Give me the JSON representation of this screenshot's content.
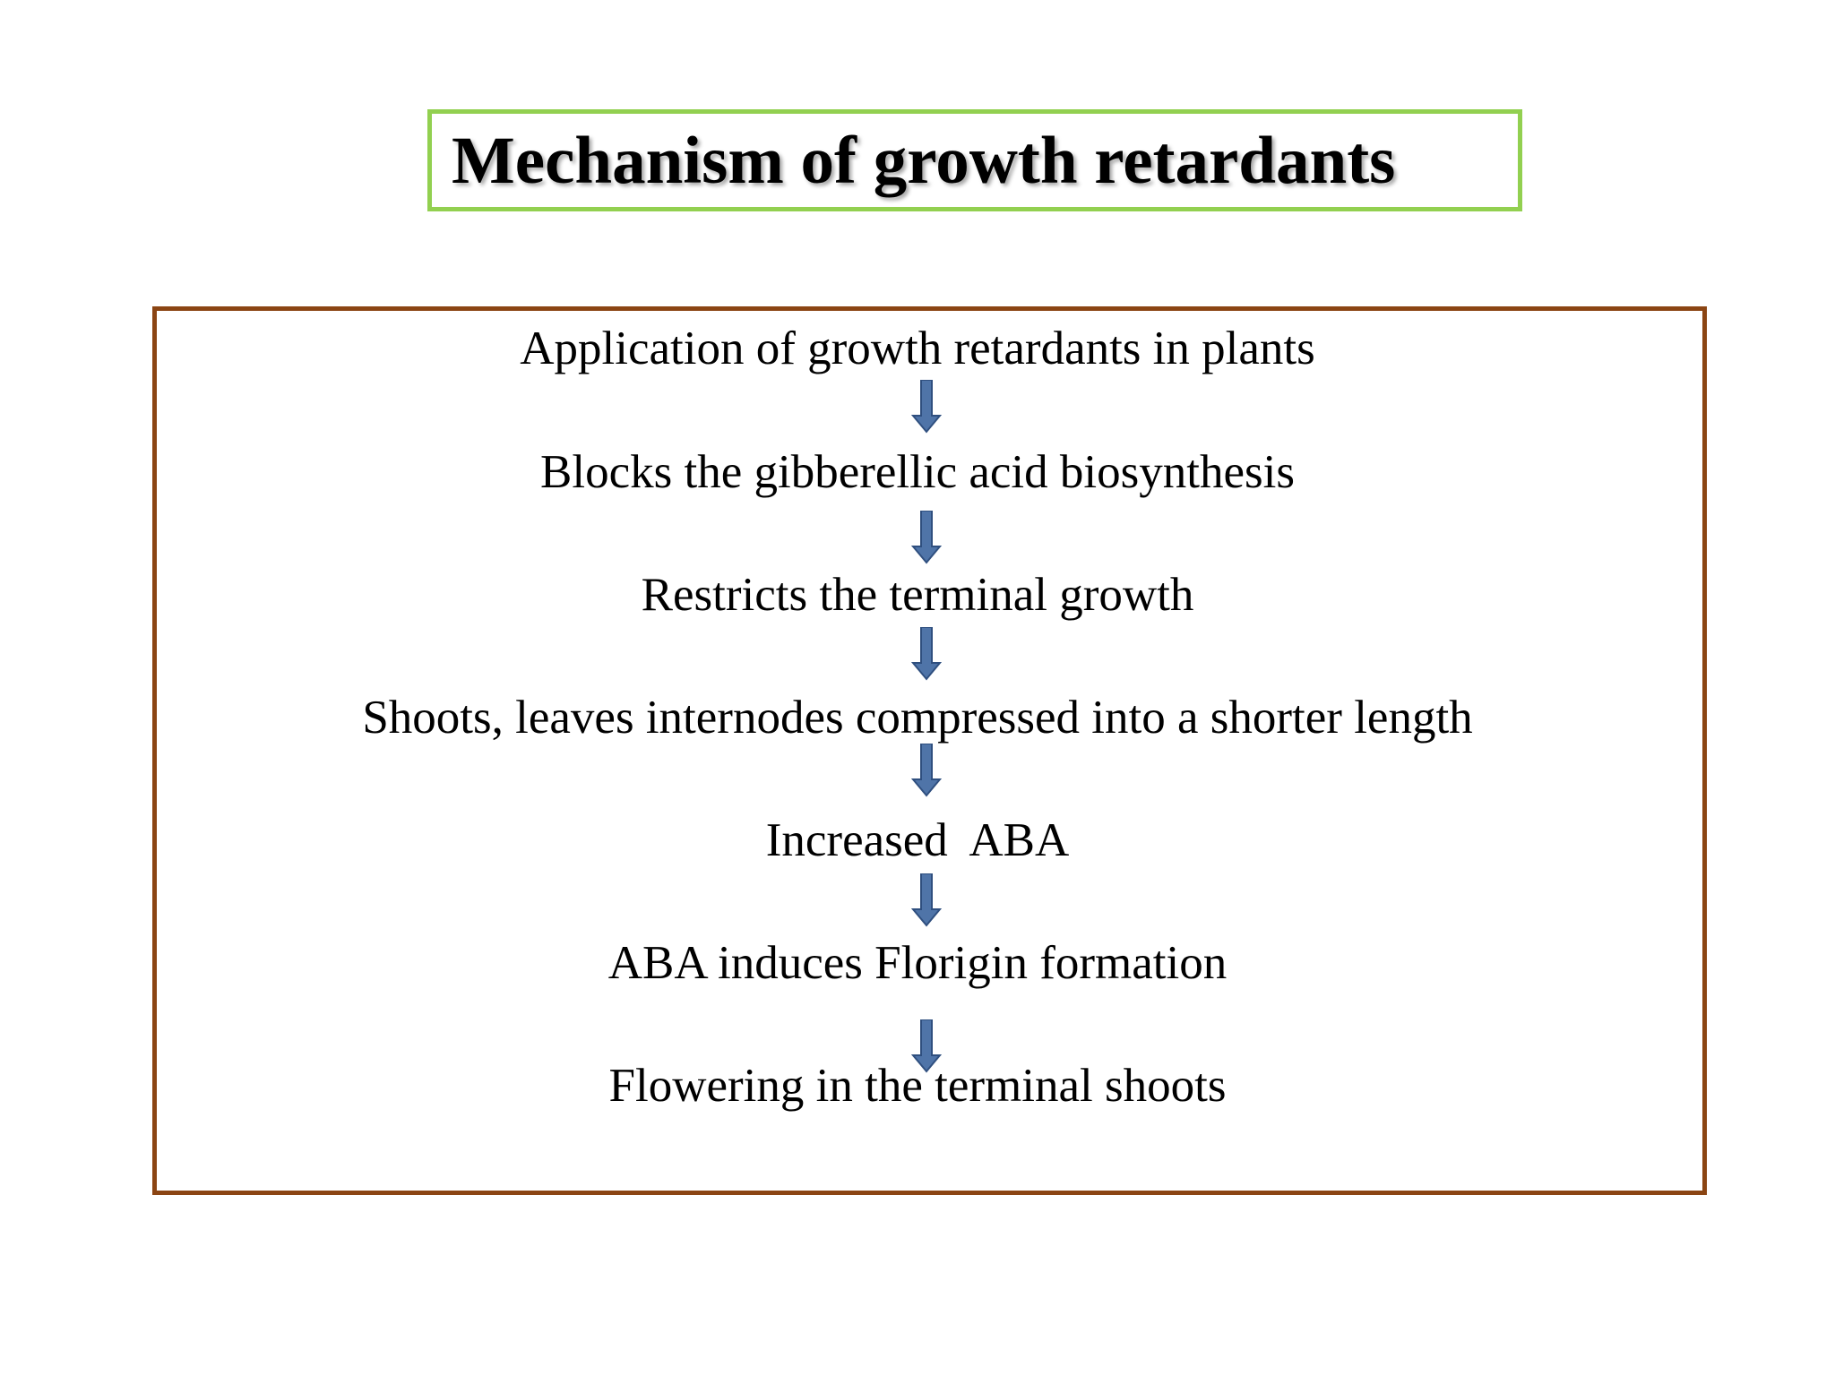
{
  "title": "Mechanism of growth retardants",
  "steps": [
    "Application of growth retardants in plants",
    "Blocks the gibberellic acid biosynthesis",
    "Restricts the terminal growth",
    "Shoots, leaves internodes compressed into a shorter length",
    "Increased  ABA",
    "ABA induces Florigin formation",
    "Flowering in the terminal shoots"
  ],
  "colors": {
    "title_border": "#92d050",
    "flow_border": "#8b4513",
    "arrow_fill": "#4f74a8",
    "arrow_stroke": "#2f4f7f"
  },
  "icons": {
    "arrow": "down-arrow-icon"
  }
}
